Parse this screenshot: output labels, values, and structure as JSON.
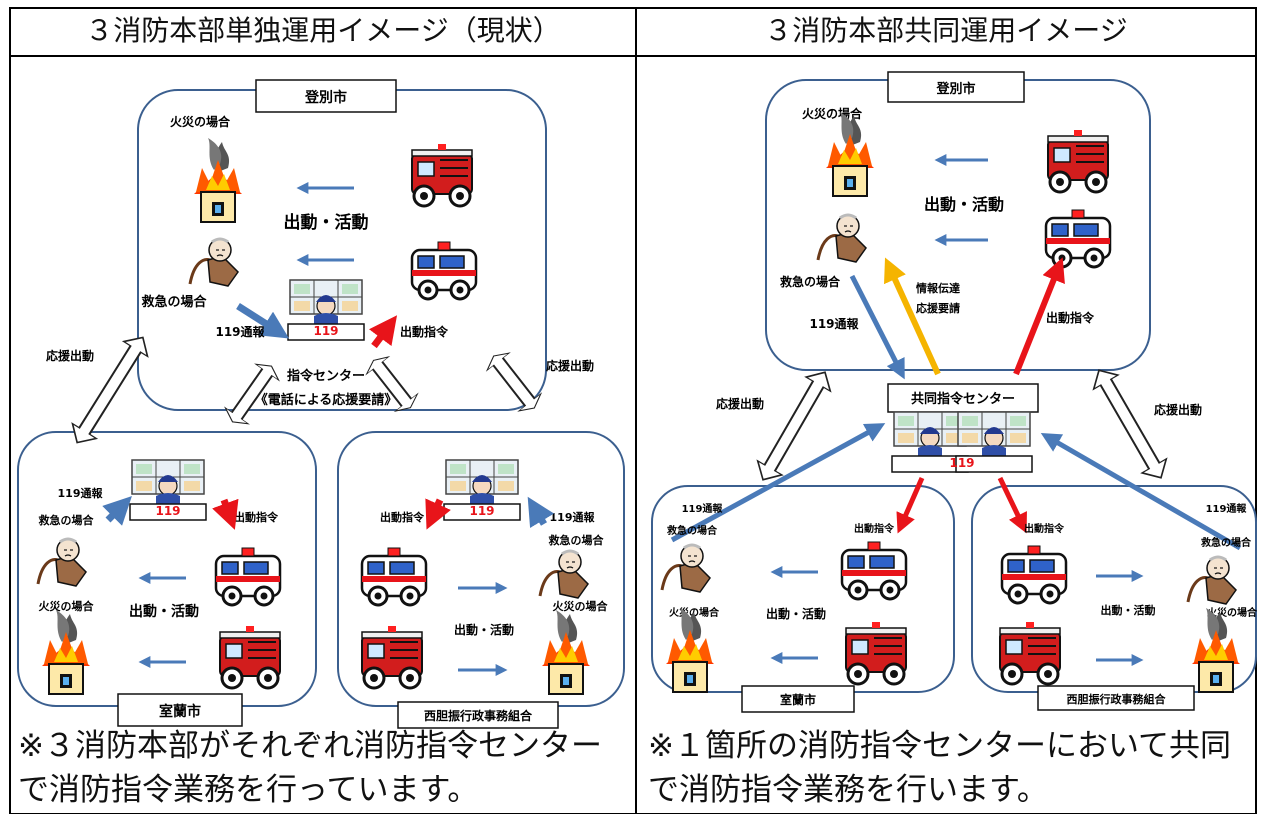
{
  "left": {
    "header": "３消防本部単独運用イメージ（現状）",
    "caption": "※３消防本部がそれぞれ消防指令センターで消防指令業務を行っています。",
    "top_region": "登別市",
    "fire_case": "火災の場合",
    "dispatch": "出動・活動",
    "emergency_case": "救急の場合",
    "call_119": "119通報",
    "dispatch_order": "出動指令",
    "command_center": "指令センター",
    "phone_support": "《電話による応援要請》",
    "support_left": "応援出動",
    "support_right": "応援出動",
    "left_region": "室蘭市",
    "right_region": "西胆振行政事務組合",
    "l_call": "119通報",
    "l_emergency": "救急の場合",
    "l_order": "出動指令",
    "l_fire": "火災の場合",
    "l_dispatch": "出動・活動",
    "r_order": "出動指令",
    "r_call": "119通報",
    "r_emergency": "救急の場合",
    "r_fire": "火災の場合",
    "r_dispatch": "出動・活動",
    "panel_119": "119"
  },
  "right": {
    "header": "３消防本部共同運用イメージ",
    "caption": "※１箇所の消防指令センターにおいて共同で消防指令業務を行います。",
    "top_region": "登別市",
    "fire_case": "火災の場合",
    "dispatch": "出動・活動",
    "emergency_case": "救急の場合",
    "info": "情報伝達",
    "support_req": "応援要請",
    "call_119": "119通報",
    "dispatch_order": "出動指令",
    "joint_center": "共同指令センター",
    "support_left": "応援出動",
    "support_right": "応援出動",
    "left_region": "室蘭市",
    "right_region": "西胆振行政事務組合",
    "l_call": "119通報",
    "l_emergency": "救急の場合",
    "l_order": "出動指令",
    "l_fire": "火災の場合",
    "l_dispatch": "出動・活動",
    "r_order": "出動指令",
    "r_call": "119通報",
    "r_emergency": "救急の場合",
    "r_fire": "火災の場合",
    "r_dispatch": "出動・活動",
    "panel_119": "119"
  },
  "colors": {
    "region_border": "#3b5f8f",
    "blue_arrow": "#4a7ab8",
    "red_arrow": "#e8141a",
    "yellow_arrow": "#f5b400",
    "flame": "#ff3a00",
    "truck": "#d21d1d"
  }
}
